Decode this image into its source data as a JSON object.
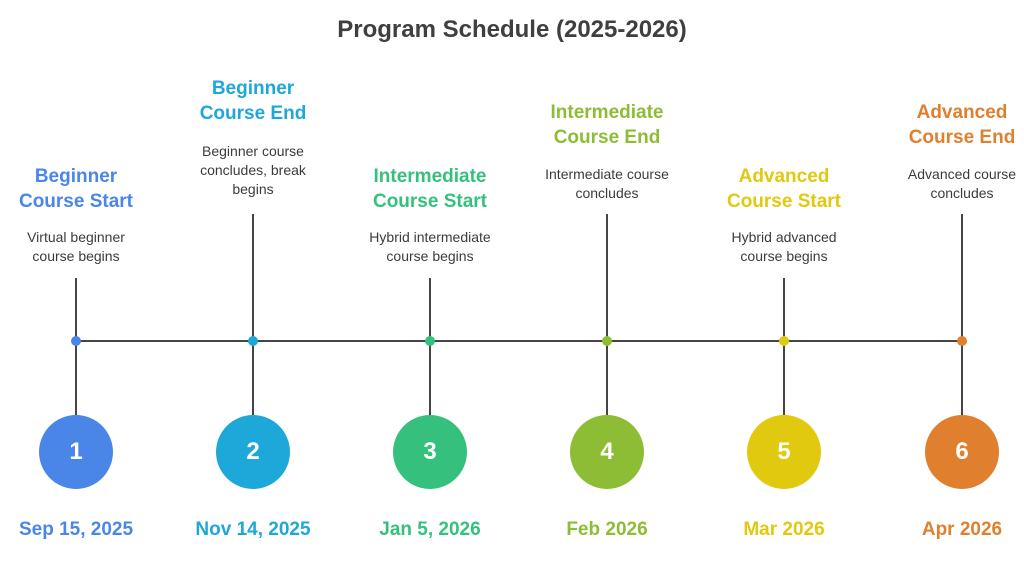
{
  "title": "Program Schedule (2025-2026)",
  "stages": [
    {
      "number": "1",
      "heading_line1": "Beginner",
      "heading_line2": "Course Start",
      "desc_line1": "Virtual beginner",
      "desc_line2": "course begins",
      "desc_line3": "",
      "date": "Sep 15, 2025",
      "color": "#4a86e8"
    },
    {
      "number": "2",
      "heading_line1": "Beginner",
      "heading_line2": "Course End",
      "desc_line1": "Beginner course",
      "desc_line2": "concludes, break",
      "desc_line3": "begins",
      "date": "Nov 14, 2025",
      "color": "#1ea8d9"
    },
    {
      "number": "3",
      "heading_line1": "Intermediate",
      "heading_line2": "Course Start",
      "desc_line1": "Hybrid intermediate",
      "desc_line2": "course begins",
      "desc_line3": "",
      "date": "Jan 5, 2026",
      "color": "#35c17d"
    },
    {
      "number": "4",
      "heading_line1": "Intermediate",
      "heading_line2": "Course End",
      "desc_line1": "Intermediate course",
      "desc_line2": "concludes",
      "desc_line3": "",
      "date": "Feb 2026",
      "color": "#8dbd35"
    },
    {
      "number": "5",
      "heading_line1": "Advanced",
      "heading_line2": "Course Start",
      "desc_line1": "Hybrid advanced",
      "desc_line2": "course begins",
      "desc_line3": "",
      "date": "Mar 2026",
      "color": "#e0c90f"
    },
    {
      "number": "6",
      "heading_line1": "Advanced",
      "heading_line2": "Course End",
      "desc_line1": "Advanced course",
      "desc_line2": "concludes",
      "desc_line3": "",
      "date": "Apr 2026",
      "color": "#e0802f"
    }
  ]
}
